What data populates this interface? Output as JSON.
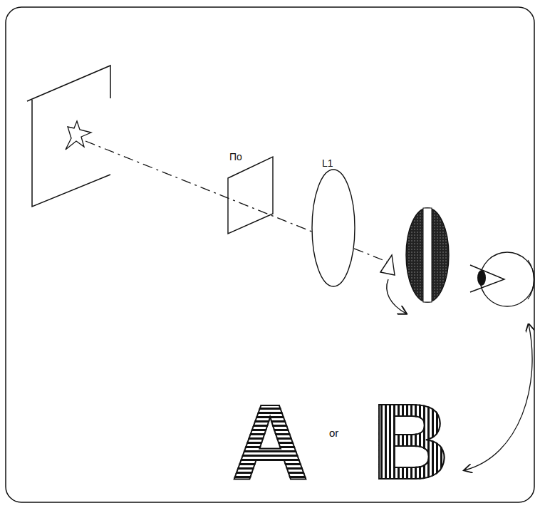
{
  "diagram": {
    "labels": [
      "Πo",
      "L1",
      "A",
      "or",
      "B"
    ]
  }
}
